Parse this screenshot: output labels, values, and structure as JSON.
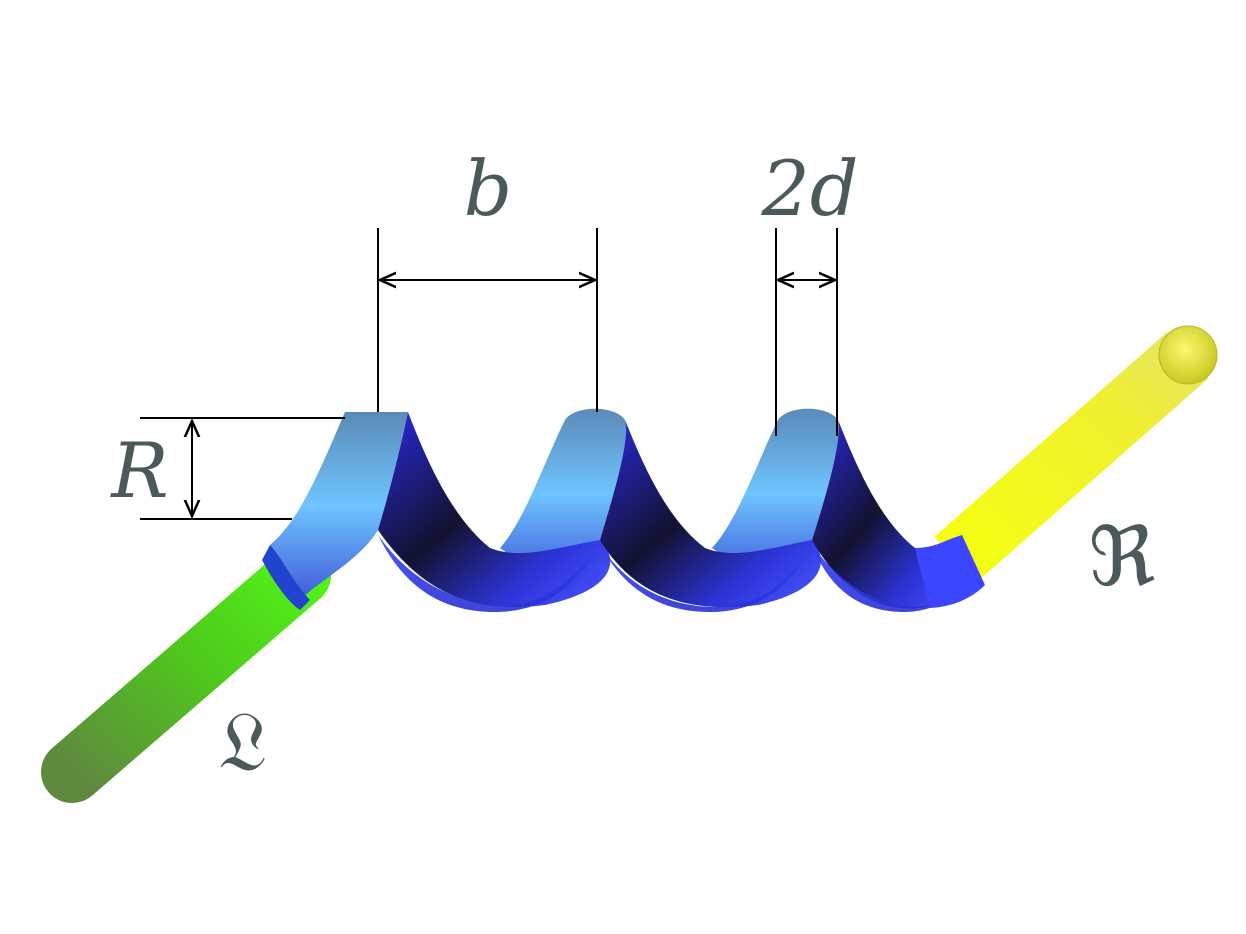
{
  "labels": {
    "pitch": "b",
    "wire_width": "2d",
    "radius": "R",
    "left_lead": "𝔏",
    "right_lead": "ℜ"
  },
  "colors": {
    "left_lead": "#4fe01a",
    "right_lead": "#eef51a",
    "helix_light": "#6fc8ff",
    "helix_mid": "#3a4cff",
    "helix_dark": "#141428",
    "text": "#4a5a5a",
    "dimension_lines": "#000000"
  }
}
